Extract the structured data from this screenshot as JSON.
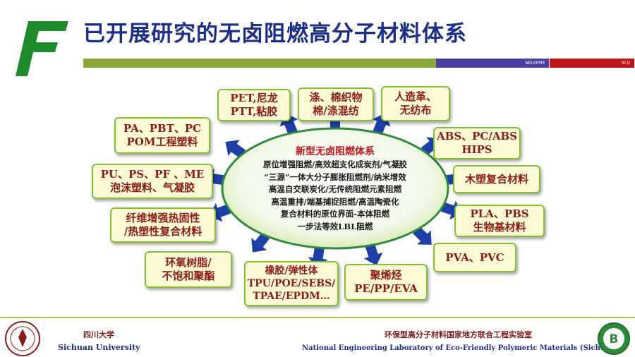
{
  "header": {
    "title": "已开展研究的无卤阻燃高分子材料体系",
    "bar_label_left": "NELEFPM",
    "bar_label_right": "SCU"
  },
  "center": {
    "title": "新型无卤阻燃体系",
    "lines": [
      "原位增强阻燃/高效超支化成炭剂/气凝胶",
      "“三源”一体大分子膨胀阻燃剂/纳米增效",
      "高温自交联炭化/无传统阻燃元素阻燃",
      "高温重排/端基捕捉阻燃/高温陶瓷化",
      "复合材料的原位界面-本体阻燃",
      "一步法等效LBL阻燃"
    ]
  },
  "boxes": [
    {
      "id": "pet",
      "lines": [
        "PET,尼龙",
        "PTT,粘胶"
      ]
    },
    {
      "id": "polyester",
      "lines": [
        "涤、棉织物",
        "棉/涤混纺"
      ]
    },
    {
      "id": "leather",
      "lines": [
        "人造革、",
        "无纺布"
      ]
    },
    {
      "id": "abs",
      "lines": [
        "ABS、PC/ABS",
        "HIPS"
      ]
    },
    {
      "id": "wpc",
      "lines": [
        "木塑复合材料"
      ]
    },
    {
      "id": "pla",
      "lines": [
        "PLA、PBS",
        "生物基材料"
      ]
    },
    {
      "id": "pva",
      "lines": [
        "PVA、PVC"
      ]
    },
    {
      "id": "polyolefin",
      "lines": [
        "聚烯烃",
        "PE/PP/EVA"
      ]
    },
    {
      "id": "rubber",
      "lines": [
        "橡胶/弹性体",
        "TPU/POE/SEBS/",
        "TPAE/EPDM…"
      ]
    },
    {
      "id": "epoxy",
      "lines": [
        "环氧树脂/",
        "不饱和聚酯"
      ]
    },
    {
      "id": "fiber",
      "lines": [
        "纤维增强热固性",
        "/热塑性复合材料"
      ]
    },
    {
      "id": "foam",
      "lines": [
        "PU、PS、PF 、ME",
        "泡沫塑料、气凝胶"
      ]
    },
    {
      "id": "pa",
      "lines": [
        "PA、PBT、PC",
        "POM工程塑料"
      ]
    }
  ],
  "footer": {
    "university_cn": "四川大学",
    "university_en": "Sichuan University",
    "lab_cn": "环保型高分子材料国家地方联合工程实验室",
    "lab_en": "National Engineering Laboratory of Eco-Friendly Polymeric Materials (Sichuan)"
  },
  "colors": {
    "title": "#1b2f8a",
    "box_text": "#8b1a1a",
    "box_border": "#7fbf3a",
    "box_fill": "#fdfbd7",
    "arrow": "#1f3fa8",
    "center_title": "#c1131b"
  }
}
